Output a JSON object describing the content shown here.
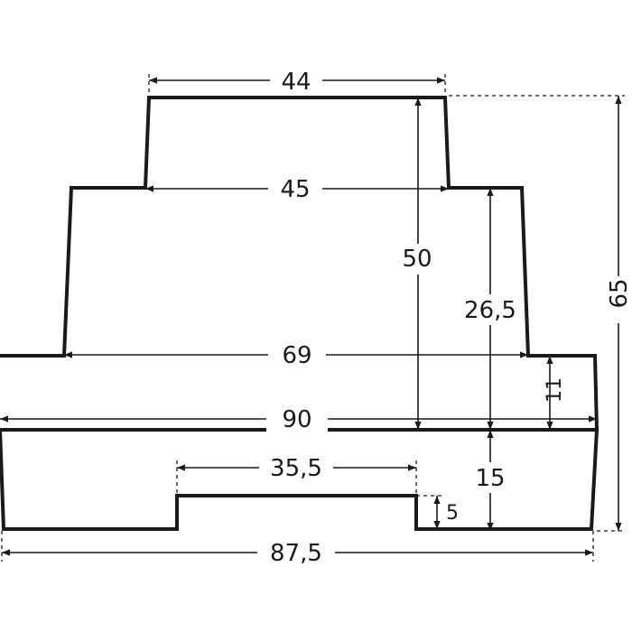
{
  "dimensions": {
    "top_width": "44",
    "upper_step_width": "45",
    "middle_width": "69",
    "base_width": "90",
    "bottom_width": "87,5",
    "notch_width": "35,5",
    "height_upper": "50",
    "height_step": "26,5",
    "height_total": "65",
    "height_base_band": "11",
    "height_bottom": "15",
    "height_notch": "5"
  },
  "colors": {
    "line": "#1a1a1a",
    "background": "#ffffff"
  }
}
